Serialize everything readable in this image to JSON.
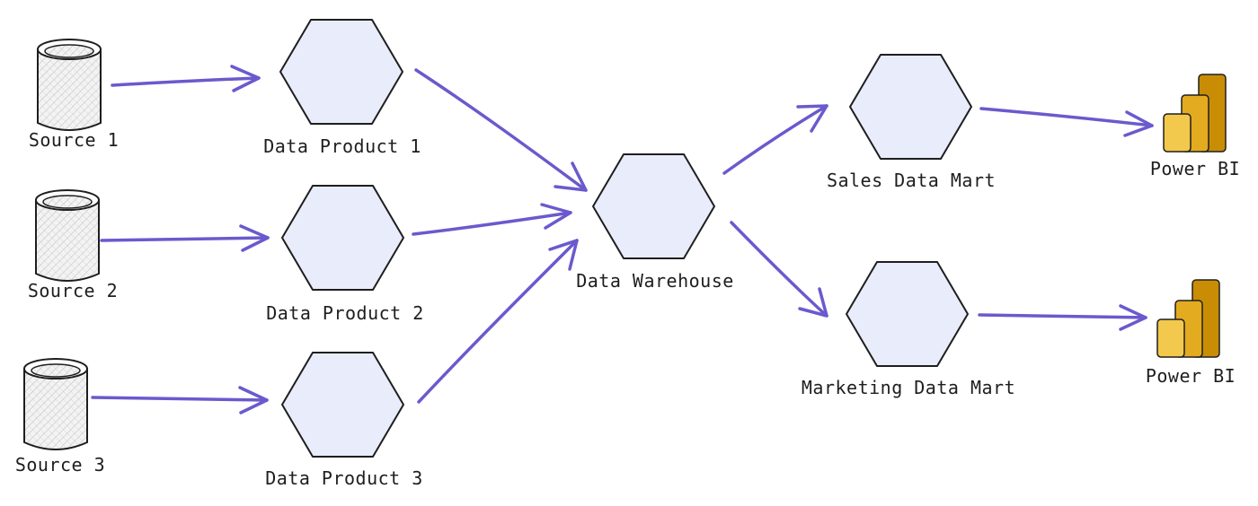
{
  "colors": {
    "arrow": "#6a5acd",
    "hexagon_fill": "#e8ecfb",
    "outline": "#1e1e1e",
    "powerbi_light": "#f2c94c",
    "powerbi_mid": "#e3ab1f",
    "powerbi_dark": "#c98d05"
  },
  "icons": {
    "source": "database-cylinder-icon",
    "data_product": "hexagon-icon",
    "warehouse": "hexagon-icon",
    "data_mart": "hexagon-icon",
    "bi": "power-bi-icon"
  },
  "nodes": {
    "source_1": {
      "label": "Source 1"
    },
    "source_2": {
      "label": "Source 2"
    },
    "source_3": {
      "label": "Source 3"
    },
    "data_product_1": {
      "label": "Data Product 1"
    },
    "data_product_2": {
      "label": "Data Product 2"
    },
    "data_product_3": {
      "label": "Data Product 3"
    },
    "data_warehouse": {
      "label": "Data Warehouse"
    },
    "sales_data_mart": {
      "label": "Sales Data Mart"
    },
    "marketing_data_mart": {
      "label": "Marketing Data Mart"
    },
    "power_bi_1": {
      "label": "Power BI"
    },
    "power_bi_2": {
      "label": "Power BI"
    }
  },
  "edges": [
    {
      "from": "source_1",
      "to": "data_product_1"
    },
    {
      "from": "source_2",
      "to": "data_product_2"
    },
    {
      "from": "source_3",
      "to": "data_product_3"
    },
    {
      "from": "data_product_1",
      "to": "data_warehouse"
    },
    {
      "from": "data_product_2",
      "to": "data_warehouse"
    },
    {
      "from": "data_product_3",
      "to": "data_warehouse"
    },
    {
      "from": "data_warehouse",
      "to": "sales_data_mart"
    },
    {
      "from": "data_warehouse",
      "to": "marketing_data_mart"
    },
    {
      "from": "sales_data_mart",
      "to": "power_bi_1"
    },
    {
      "from": "marketing_data_mart",
      "to": "power_bi_2"
    }
  ]
}
